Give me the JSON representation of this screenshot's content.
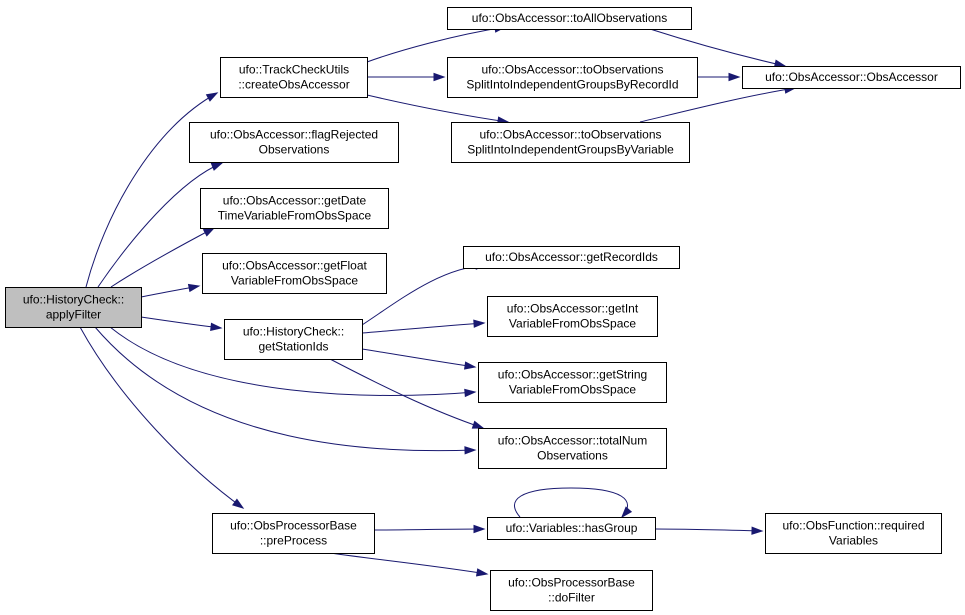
{
  "diagram": {
    "edge_color": "#191970",
    "root_fill": "#bfbfbf",
    "nodes": [
      {
        "id": "apply_filter",
        "lines": [
          "ufo::HistoryCheck::",
          "applyFilter"
        ],
        "root": true
      },
      {
        "id": "create_obs_accessor",
        "lines": [
          "ufo::TrackCheckUtils",
          "::createObsAccessor"
        ]
      },
      {
        "id": "to_all_observations",
        "lines": [
          "ufo::ObsAccessor::toAllObservations"
        ]
      },
      {
        "id": "to_obs_by_record",
        "lines": [
          "ufo::ObsAccessor::toObservations",
          "SplitIntoIndependentGroupsByRecordId"
        ]
      },
      {
        "id": "to_obs_by_variable",
        "lines": [
          "ufo::ObsAccessor::toObservations",
          "SplitIntoIndependentGroupsByVariable"
        ]
      },
      {
        "id": "obs_accessor_ctor",
        "lines": [
          "ufo::ObsAccessor::ObsAccessor"
        ]
      },
      {
        "id": "flag_rejected",
        "lines": [
          "ufo::ObsAccessor::flagRejected",
          "Observations"
        ]
      },
      {
        "id": "get_datetime_var",
        "lines": [
          "ufo::ObsAccessor::getDate",
          "TimeVariableFromObsSpace"
        ]
      },
      {
        "id": "get_float_var",
        "lines": [
          "ufo::ObsAccessor::getFloat",
          "VariableFromObsSpace"
        ]
      },
      {
        "id": "get_station_ids",
        "lines": [
          "ufo::HistoryCheck::",
          "getStationIds"
        ]
      },
      {
        "id": "get_record_ids",
        "lines": [
          "ufo::ObsAccessor::getRecordIds"
        ]
      },
      {
        "id": "get_int_var",
        "lines": [
          "ufo::ObsAccessor::getInt",
          "VariableFromObsSpace"
        ]
      },
      {
        "id": "get_string_var",
        "lines": [
          "ufo::ObsAccessor::getString",
          "VariableFromObsSpace"
        ]
      },
      {
        "id": "total_num_obs",
        "lines": [
          "ufo::ObsAccessor::totalNum",
          "Observations"
        ]
      },
      {
        "id": "pre_process",
        "lines": [
          "ufo::ObsProcessorBase",
          "::preProcess"
        ]
      },
      {
        "id": "has_group",
        "lines": [
          "ufo::Variables::hasGroup"
        ]
      },
      {
        "id": "required_variables",
        "lines": [
          "ufo::ObsFunction::required",
          "Variables"
        ]
      },
      {
        "id": "do_filter",
        "lines": [
          "ufo::ObsProcessorBase",
          "::doFilter"
        ]
      }
    ],
    "edges": [
      {
        "from": "apply_filter",
        "to": "create_obs_accessor"
      },
      {
        "from": "apply_filter",
        "to": "flag_rejected"
      },
      {
        "from": "apply_filter",
        "to": "get_datetime_var"
      },
      {
        "from": "apply_filter",
        "to": "get_float_var"
      },
      {
        "from": "apply_filter",
        "to": "get_station_ids"
      },
      {
        "from": "apply_filter",
        "to": "get_string_var"
      },
      {
        "from": "apply_filter",
        "to": "total_num_obs"
      },
      {
        "from": "apply_filter",
        "to": "pre_process"
      },
      {
        "from": "create_obs_accessor",
        "to": "to_all_observations"
      },
      {
        "from": "create_obs_accessor",
        "to": "to_obs_by_record"
      },
      {
        "from": "create_obs_accessor",
        "to": "to_obs_by_variable"
      },
      {
        "from": "to_all_observations",
        "to": "obs_accessor_ctor"
      },
      {
        "from": "to_obs_by_record",
        "to": "obs_accessor_ctor"
      },
      {
        "from": "to_obs_by_variable",
        "to": "obs_accessor_ctor"
      },
      {
        "from": "get_station_ids",
        "to": "get_record_ids"
      },
      {
        "from": "get_station_ids",
        "to": "get_int_var"
      },
      {
        "from": "get_station_ids",
        "to": "get_string_var"
      },
      {
        "from": "get_station_ids",
        "to": "total_num_obs"
      },
      {
        "from": "pre_process",
        "to": "has_group"
      },
      {
        "from": "pre_process",
        "to": "do_filter"
      },
      {
        "from": "has_group",
        "to": "has_group"
      },
      {
        "from": "has_group",
        "to": "required_variables"
      }
    ]
  }
}
